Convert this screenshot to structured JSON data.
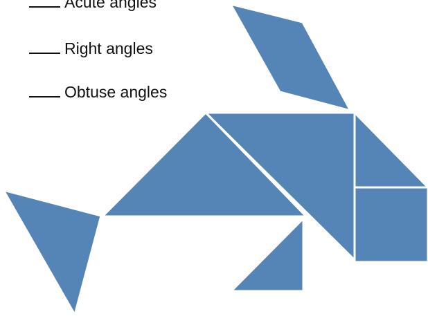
{
  "angle_prompts": [
    {
      "blank": "___",
      "label": "Acute angles"
    },
    {
      "blank": "___",
      "label": "Right angles"
    },
    {
      "blank": "___",
      "label": "Obtuse angles"
    }
  ],
  "colors": {
    "shape_fill": "#5585B7",
    "shape_outline": "#FFFFFF",
    "text": "#111111"
  }
}
